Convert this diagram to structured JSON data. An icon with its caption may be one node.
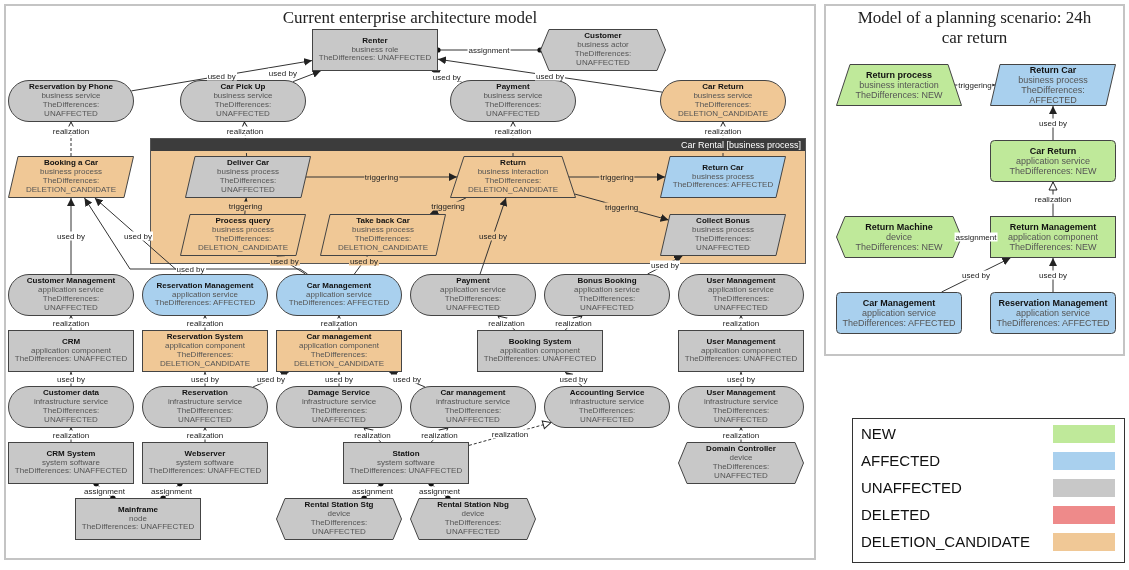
{
  "diagram": {
    "nodes": [
      {
        "text": [
          "Current enterprise architecture model"
        ]
      },
      {
        "text": [
          "Renter",
          "business role",
          "TheDifferences: UNAFFECTED"
        ],
        "in": 0
      },
      {
        "text": [
          "Customer",
          "business actor",
          "TheDifferences: UNAFFECTED"
        ],
        "in": 0
      },
      {
        "text": [
          "Reservation by Phone",
          "business service",
          "TheDifferences: UNAFFECTED"
        ],
        "in": 0
      },
      {
        "text": [
          "Car Pick Up",
          "business service",
          "TheDifferences: UNAFFECTED"
        ],
        "in": 0
      },
      {
        "text": [
          "Car Return",
          "business service",
          "TheDifferences: DELETION_CANDIDATE"
        ],
        "in": 0
      },
      {
        "text": [
          "Payment",
          "business service",
          "TheDifferences: UNAFFECTED"
        ],
        "in": 0
      },
      {
        "text": [
          "Car Rental [business process]"
        ],
        "in": 0
      },
      {
        "text": [
          "Deliver Car",
          "business process",
          "TheDifferences: UNAFFECTED"
        ],
        "in": 7
      },
      {
        "text": [
          "Return Car",
          "business process",
          "TheDifferences: AFFECTED"
        ],
        "in": 7
      },
      {
        "text": [
          "Return",
          "business interaction",
          "TheDifferences: DELETION_CANDIDATE"
        ],
        "in": 7
      },
      {
        "text": [
          "Process query",
          "business process",
          "TheDifferences: DELETION_CANDIDATE"
        ],
        "in": 7
      },
      {
        "text": [
          "Take back Car",
          "business process",
          "TheDifferences: DELETION_CANDIDATE"
        ],
        "in": 7
      },
      {
        "text": [
          "Collect Bonus",
          "business process",
          "TheDifferences: UNAFFECTED"
        ],
        "in": 7
      },
      {
        "text": [
          "Booking a Car",
          "business process",
          "TheDifferences: DELETION_CANDIDATE"
        ],
        "in": 0
      },
      {
        "text": [
          "Customer Management",
          "application service",
          "TheDifferences: UNAFFECTED"
        ],
        "in": 0
      },
      {
        "text": [
          "Reservation Management",
          "application service",
          "TheDifferences: AFFECTED"
        ],
        "in": 0
      },
      {
        "text": [
          "Car Management",
          "application service",
          "TheDifferences: AFFECTED"
        ],
        "in": 0
      },
      {
        "text": [
          "Payment",
          "application service",
          "TheDifferences: UNAFFECTED"
        ],
        "in": 0
      },
      {
        "text": [
          "Bonus Booking",
          "application service",
          "TheDifferences: UNAFFECTED"
        ],
        "in": 0
      },
      {
        "text": [
          "CRM",
          "application component",
          "TheDifferences: UNAFFECTED"
        ],
        "in": 0
      },
      {
        "text": [
          "Reservation System",
          "application component",
          "TheDifferences: DELETION_CANDIDATE"
        ],
        "in": 0
      },
      {
        "text": [
          "Car management",
          "application component",
          "TheDifferences: DELETION_CANDIDATE"
        ],
        "in": 0
      },
      {
        "text": [
          "Booking System",
          "application component",
          "TheDifferences: UNAFFECTED"
        ],
        "in": 0
      },
      {
        "text": [
          "User Management",
          "application service",
          "TheDifferences: UNAFFECTED"
        ],
        "in": 0
      },
      {
        "text": [
          "Customer data",
          "infrastructure service",
          "TheDifferences: UNAFFECTED"
        ],
        "in": 0
      },
      {
        "text": [
          "Reservation",
          "infrastructure service",
          "TheDifferences: UNAFFECTED"
        ],
        "in": 0
      },
      {
        "text": [
          "Damage Service",
          "infrastructure service",
          "TheDifferences: UNAFFECTED"
        ],
        "in": 0
      },
      {
        "text": [
          "Car management",
          "infrastructure service",
          "TheDifferences: UNAFFECTED"
        ],
        "in": 0
      },
      {
        "text": [
          "Accounting Service",
          "infrastructure service",
          "TheDifferences: UNAFFECTED"
        ],
        "in": 0
      },
      {
        "text": [
          "User Management",
          "application component",
          "TheDifferences: UNAFFECTED"
        ],
        "in": 0
      },
      {
        "text": [
          "CRM System",
          "system software",
          "TheDifferences: UNAFFECTED"
        ],
        "in": 0
      },
      {
        "text": [
          "Webserver",
          "system software",
          "TheDifferences: UNAFFECTED"
        ],
        "in": 0
      },
      {
        "text": [
          "Station",
          "system software",
          "TheDifferences: UNAFFECTED"
        ],
        "in": 0
      },
      {
        "text": [
          "User Management",
          "infrastructure service",
          "TheDifferences: UNAFFECTED"
        ],
        "in": 0
      },
      {
        "text": [
          "Mainframe",
          "node",
          "TheDifferences: UNAFFECTED"
        ],
        "in": 0
      },
      {
        "text": [
          "Rental Station Stg",
          "device",
          "TheDifferences: UNAFFECTED"
        ],
        "in": 0
      },
      {
        "text": [
          "Rental Station Nbg",
          "device",
          "TheDifferences: UNAFFECTED"
        ],
        "in": 0
      },
      {
        "text": [
          "Domain Controller",
          "device",
          "TheDifferences: UNAFFECTED"
        ],
        "in": 0
      },
      {
        "text": [
          "Model of a planning scenario: 24h car return"
        ]
      },
      {
        "text": [
          "Return process",
          "business interaction",
          "TheDifferences: NEW"
        ],
        "in": 39
      },
      {
        "text": [
          "Return Car",
          "business process",
          "TheDifferences: AFFECTED"
        ],
        "in": 39
      },
      {
        "text": [
          "Car Return",
          "application service",
          "TheDifferences: NEW"
        ],
        "in": 39
      },
      {
        "text": [
          "Return Machine",
          "device",
          "TheDifferences: NEW"
        ],
        "in": 39
      },
      {
        "text": [
          "Return Management",
          "application component",
          "TheDifferences: NEW"
        ],
        "in": 39
      },
      {
        "text": [
          "Car Management",
          "application service",
          "TheDifferences: AFFECTED"
        ],
        "in": 39
      },
      {
        "text": [
          "Reservation Management",
          "application service",
          "TheDifferences: AFFECTED"
        ],
        "in": 39
      }
    ],
    "edges": [
      {
        "from": 2,
        "to": 1,
        "arrow": "other",
        "label": "assignment"
      },
      {
        "from": 3,
        "to": 1,
        "arrow": "to",
        "label": "used by"
      },
      {
        "from": 4,
        "to": 1,
        "arrow": "to",
        "label": "used by"
      },
      {
        "from": 5,
        "to": 1,
        "arrow": "to",
        "label": "used by"
      },
      {
        "from": 6,
        "to": 1,
        "arrow": "to",
        "label": "used by"
      },
      {
        "from": 8,
        "to": 4,
        "arrow": "to",
        "label": "realization",
        "style": "dashed"
      },
      {
        "from": 9,
        "to": 5,
        "arrow": "to",
        "label": "realization",
        "style": "dashed"
      },
      {
        "from": 10,
        "to": 6,
        "arrow": "to",
        "label": "realization",
        "style": "dashed"
      },
      {
        "from": 8,
        "to": 10,
        "arrow": "to",
        "label": "triggering"
      },
      {
        "from": 10,
        "to": 9,
        "arrow": "to",
        "label": "triggering"
      },
      {
        "from": 11,
        "to": 8,
        "arrow": "to",
        "label": "triggering"
      },
      {
        "from": 10,
        "to": 12,
        "arrow": "to",
        "label": "triggering"
      },
      {
        "from": 10,
        "to": 13,
        "arrow": "to",
        "label": "triggering"
      },
      {
        "from": 14,
        "to": 3,
        "arrow": "to",
        "label": "realization",
        "style": "dashed"
      },
      {
        "from": 15,
        "to": 14,
        "arrow": "to",
        "label": "used by"
      },
      {
        "from": 16,
        "to": 14,
        "arrow": "to",
        "label": "used by"
      },
      {
        "from": 17,
        "to": 14,
        "arrow": "to",
        "label": "used by"
      },
      {
        "from": 17,
        "to": 11,
        "arrow": "to",
        "label": "used by"
      },
      {
        "from": 17,
        "to": 12,
        "arrow": "to",
        "label": "used by"
      },
      {
        "from": 18,
        "to": 10,
        "arrow": "to",
        "label": "used by"
      },
      {
        "from": 19,
        "to": 13,
        "arrow": "to",
        "label": "used by"
      },
      {
        "from": 20,
        "to": 15,
        "arrow": "to",
        "label": "realization",
        "style": "dashed"
      },
      {
        "from": 21,
        "to": 16,
        "arrow": "to",
        "label": "realization",
        "style": "dashed"
      },
      {
        "from": 22,
        "to": 17,
        "arrow": "to",
        "label": "realization",
        "style": "dashed"
      },
      {
        "from": 23,
        "to": 18,
        "arrow": "to",
        "label": "realization",
        "style": "dashed"
      },
      {
        "from": 23,
        "to": 19,
        "arrow": "to",
        "label": "realization",
        "style": "dashed"
      },
      {
        "from": 30,
        "to": 24,
        "arrow": "to",
        "label": "realization",
        "style": "dashed"
      },
      {
        "from": 25,
        "to": 20,
        "arrow": "to",
        "label": "used by"
      },
      {
        "from": 26,
        "to": 21,
        "arrow": "to",
        "label": "used by"
      },
      {
        "from": 26,
        "to": 22,
        "arrow": "to",
        "label": "used by"
      },
      {
        "from": 27,
        "to": 22,
        "arrow": "to",
        "label": "used by"
      },
      {
        "from": 28,
        "to": 22,
        "arrow": "to",
        "label": "used by"
      },
      {
        "from": 29,
        "to": 23,
        "arrow": "to",
        "label": "used by"
      },
      {
        "from": 34,
        "to": 30,
        "arrow": "to",
        "label": "used by"
      },
      {
        "from": 31,
        "to": 25,
        "arrow": "to",
        "label": "realization",
        "style": "dashed"
      },
      {
        "from": 32,
        "to": 26,
        "arrow": "to",
        "label": "realization",
        "style": "dashed"
      },
      {
        "from": 33,
        "to": 27,
        "arrow": "to",
        "label": "realization",
        "style": "dashed"
      },
      {
        "from": 33,
        "to": 28,
        "arrow": "to",
        "label": "realization",
        "style": "dashed"
      },
      {
        "from": 33,
        "to": 29,
        "arrow": "to",
        "label": "realization",
        "style": "dashed"
      },
      {
        "from": 38,
        "to": 34,
        "arrow": "to",
        "label": "realization",
        "style": "dashed"
      },
      {
        "from": 35,
        "to": 31,
        "arrow": "other",
        "label": "assignment"
      },
      {
        "from": 35,
        "to": 32,
        "arrow": "other",
        "label": "assignment"
      },
      {
        "from": 36,
        "to": 33,
        "arrow": "other",
        "label": "assignment"
      },
      {
        "from": 37,
        "to": 33,
        "arrow": "other",
        "label": "assignment"
      },
      {
        "from": 40,
        "to": 41,
        "arrow": "to",
        "label": "triggering"
      },
      {
        "from": 42,
        "to": 41,
        "arrow": "to",
        "label": "used by"
      },
      {
        "from": 44,
        "to": 42,
        "arrow": "to",
        "label": "realization"
      },
      {
        "from": 43,
        "to": 44,
        "arrow": "other",
        "label": "assignment"
      },
      {
        "from": 45,
        "to": 44,
        "arrow": "to",
        "label": "used by"
      },
      {
        "from": 46,
        "to": 44,
        "arrow": "to",
        "label": "used by"
      }
    ],
    "legend": [
      {
        "text": "NEW",
        "color": "#bfe99a"
      },
      {
        "text": "AFFECTED",
        "color": "#a9d0ee"
      },
      {
        "text": "UNAFFECTED",
        "color": "#c8c8c8"
      },
      {
        "text": "DELETED",
        "color": "#ee8a8a"
      },
      {
        "text": "DELETION_CANDIDATE",
        "color": "#f0c896"
      }
    ]
  }
}
